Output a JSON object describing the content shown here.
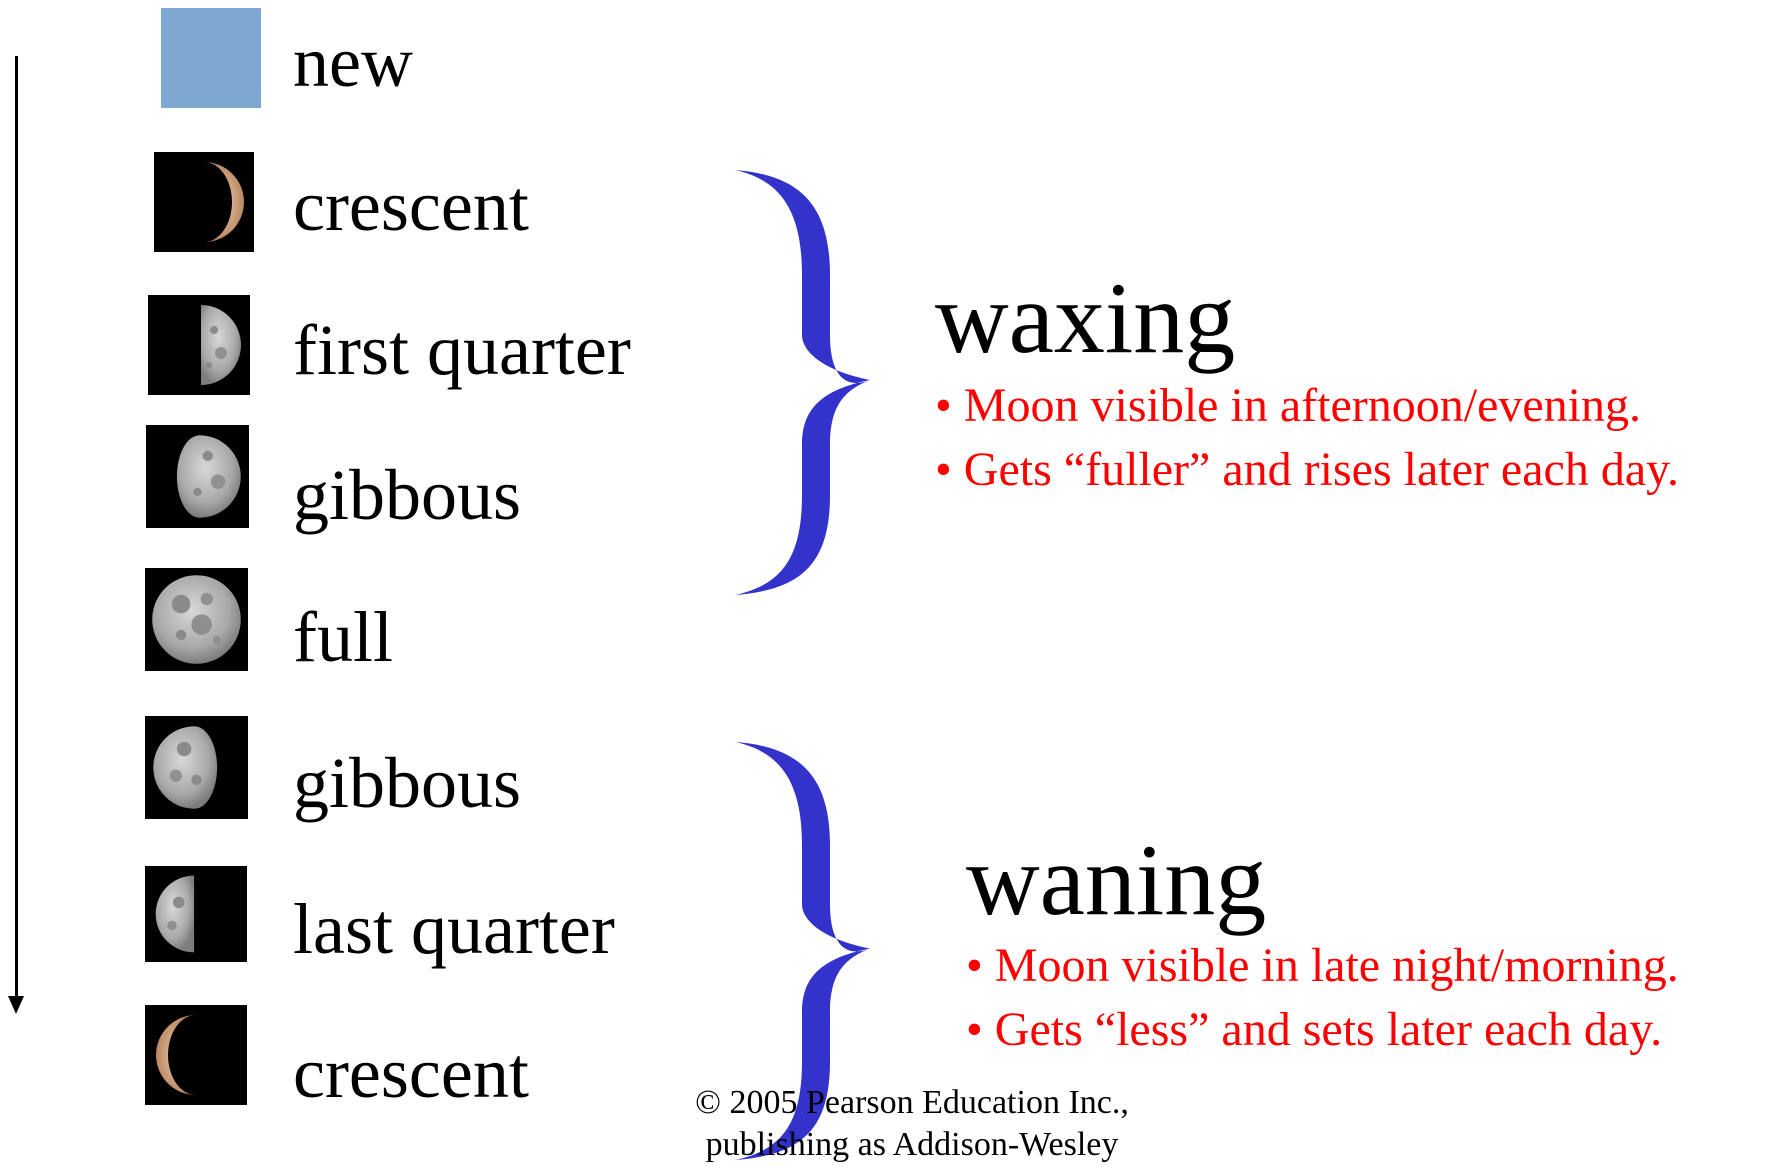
{
  "phases": [
    {
      "label": "new",
      "icon": "new-moon-square"
    },
    {
      "label": "crescent",
      "icon": "waxing-crescent-moon-icon"
    },
    {
      "label": "first quarter",
      "icon": "first-quarter-moon-icon"
    },
    {
      "label": "gibbous",
      "icon": "waxing-gibbous-moon-icon"
    },
    {
      "label": "full",
      "icon": "full-moon-icon"
    },
    {
      "label": "gibbous",
      "icon": "waning-gibbous-moon-icon"
    },
    {
      "label": "last quarter",
      "icon": "last-quarter-moon-icon"
    },
    {
      "label": "crescent",
      "icon": "waning-crescent-moon-icon"
    }
  ],
  "waxing": {
    "title": "waxing",
    "bullets": [
      "• Moon visible in afternoon/evening.",
      "• Gets “fuller” and rises later each day."
    ]
  },
  "waning": {
    "title": "waning",
    "bullets": [
      "• Moon visible in late night/morning.",
      "• Gets “less” and sets later each day."
    ]
  },
  "copyright": {
    "line1": "© 2005 Pearson Education Inc.,",
    "line2": "publishing as Addison-Wesley"
  },
  "colors": {
    "new_moon_fill": "#7ea7d2",
    "brace": "#3333cc",
    "bullet_text": "#ff0000",
    "moon_background": "#000000"
  }
}
